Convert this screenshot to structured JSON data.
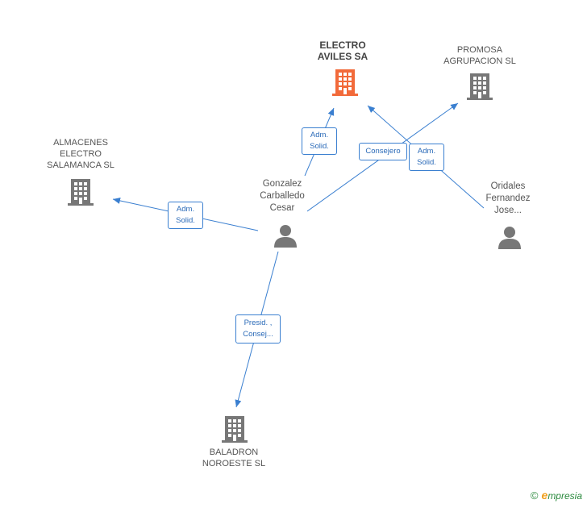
{
  "companies": {
    "electro_aviles": [
      "ELECTRO",
      "AVILES SA"
    ],
    "promosa": [
      "PROMOSA",
      "AGRUPACION SL"
    ],
    "almacenes": [
      "ALMACENES",
      "ELECTRO",
      "SALAMANCA SL"
    ],
    "baladron": [
      "BALADRON",
      "NOROESTE SL"
    ]
  },
  "persons": {
    "gonzalez": [
      "Gonzalez",
      "Carballedo",
      "Cesar"
    ],
    "oridales": [
      "Oridales",
      "Fernandez",
      "Jose..."
    ]
  },
  "relations": {
    "gonzalez_electro": [
      "Adm.",
      "Solid."
    ],
    "gonzalez_promosa": [
      "Consejero"
    ],
    "oridales_electro": [
      "Adm.",
      "Solid."
    ],
    "gonzalez_almacenes": [
      "Adm.",
      "Solid."
    ],
    "gonzalez_baladron": [
      "Presid. ,",
      "Consej..."
    ]
  },
  "footer": {
    "copyright": "©",
    "brand_initial": "e",
    "brand_rest": "mpresia"
  },
  "colors": {
    "main_company": "#f26a3a",
    "company": "#777777",
    "edge": "#3a7fd0"
  }
}
